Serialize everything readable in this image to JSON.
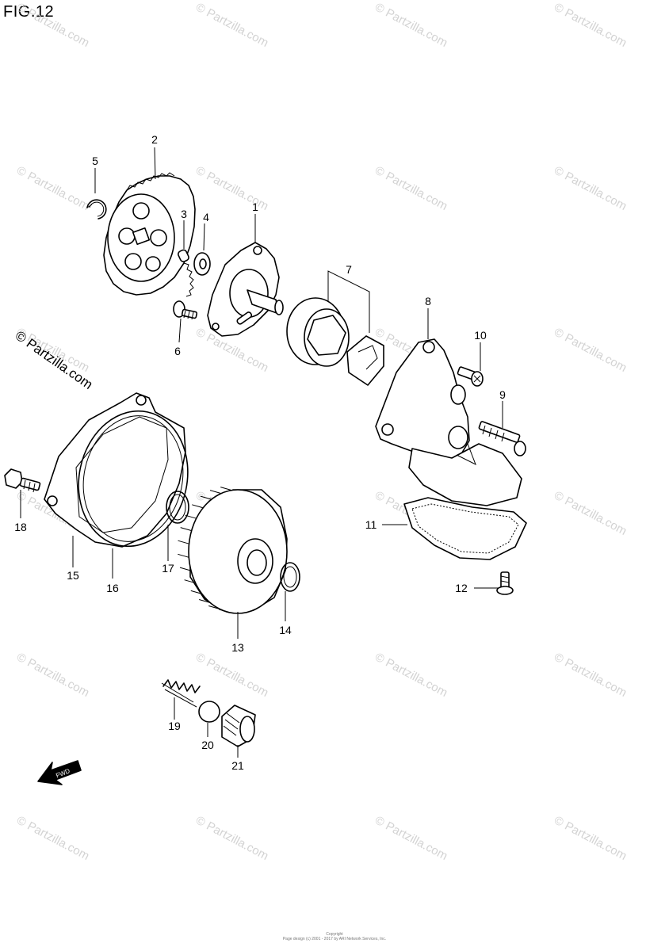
{
  "figure": {
    "title": "FIG.12"
  },
  "watermark": {
    "small": "© Partzilla.com",
    "large": "© Partzilla.com"
  },
  "fwd_label": "FWD",
  "callouts": [
    "1",
    "2",
    "3",
    "4",
    "5",
    "6",
    "7",
    "8",
    "9",
    "10",
    "11",
    "12",
    "13",
    "14",
    "15",
    "16",
    "17",
    "18",
    "19",
    "20",
    "21"
  ],
  "footer": {
    "line1": "Copyright",
    "line2": "Page design (c) 2001 - 2017 by ARI Network Services, Inc."
  }
}
